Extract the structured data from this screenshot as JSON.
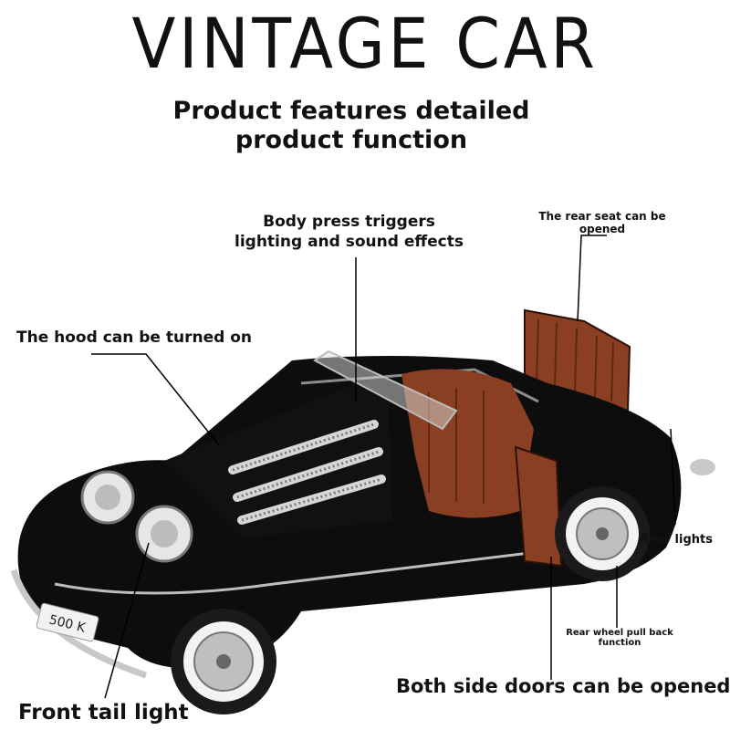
{
  "header": {
    "title": "VINTAGE CAR",
    "subtitle_line1": "Product features detailed",
    "subtitle_line2": "product function"
  },
  "callouts": {
    "body_press_line1": "Body press triggers",
    "body_press_line2": "lighting and sound effects",
    "rear_seat_line1": "The rear seat can be",
    "rear_seat_line2": "opened",
    "hood": "The hood can be turned on",
    "rear_lights": "Rear lights",
    "pullback_line1": "Rear wheel pull back",
    "pullback_line2": "function",
    "side_doors": "Both side doors can be opened",
    "front_tail_light": "Front tail light"
  },
  "car": {
    "license_plate": "500 K",
    "body_color": "#0d0d0d",
    "interior_color": "#8a3e22",
    "chrome_color": "#c8c8c8"
  }
}
